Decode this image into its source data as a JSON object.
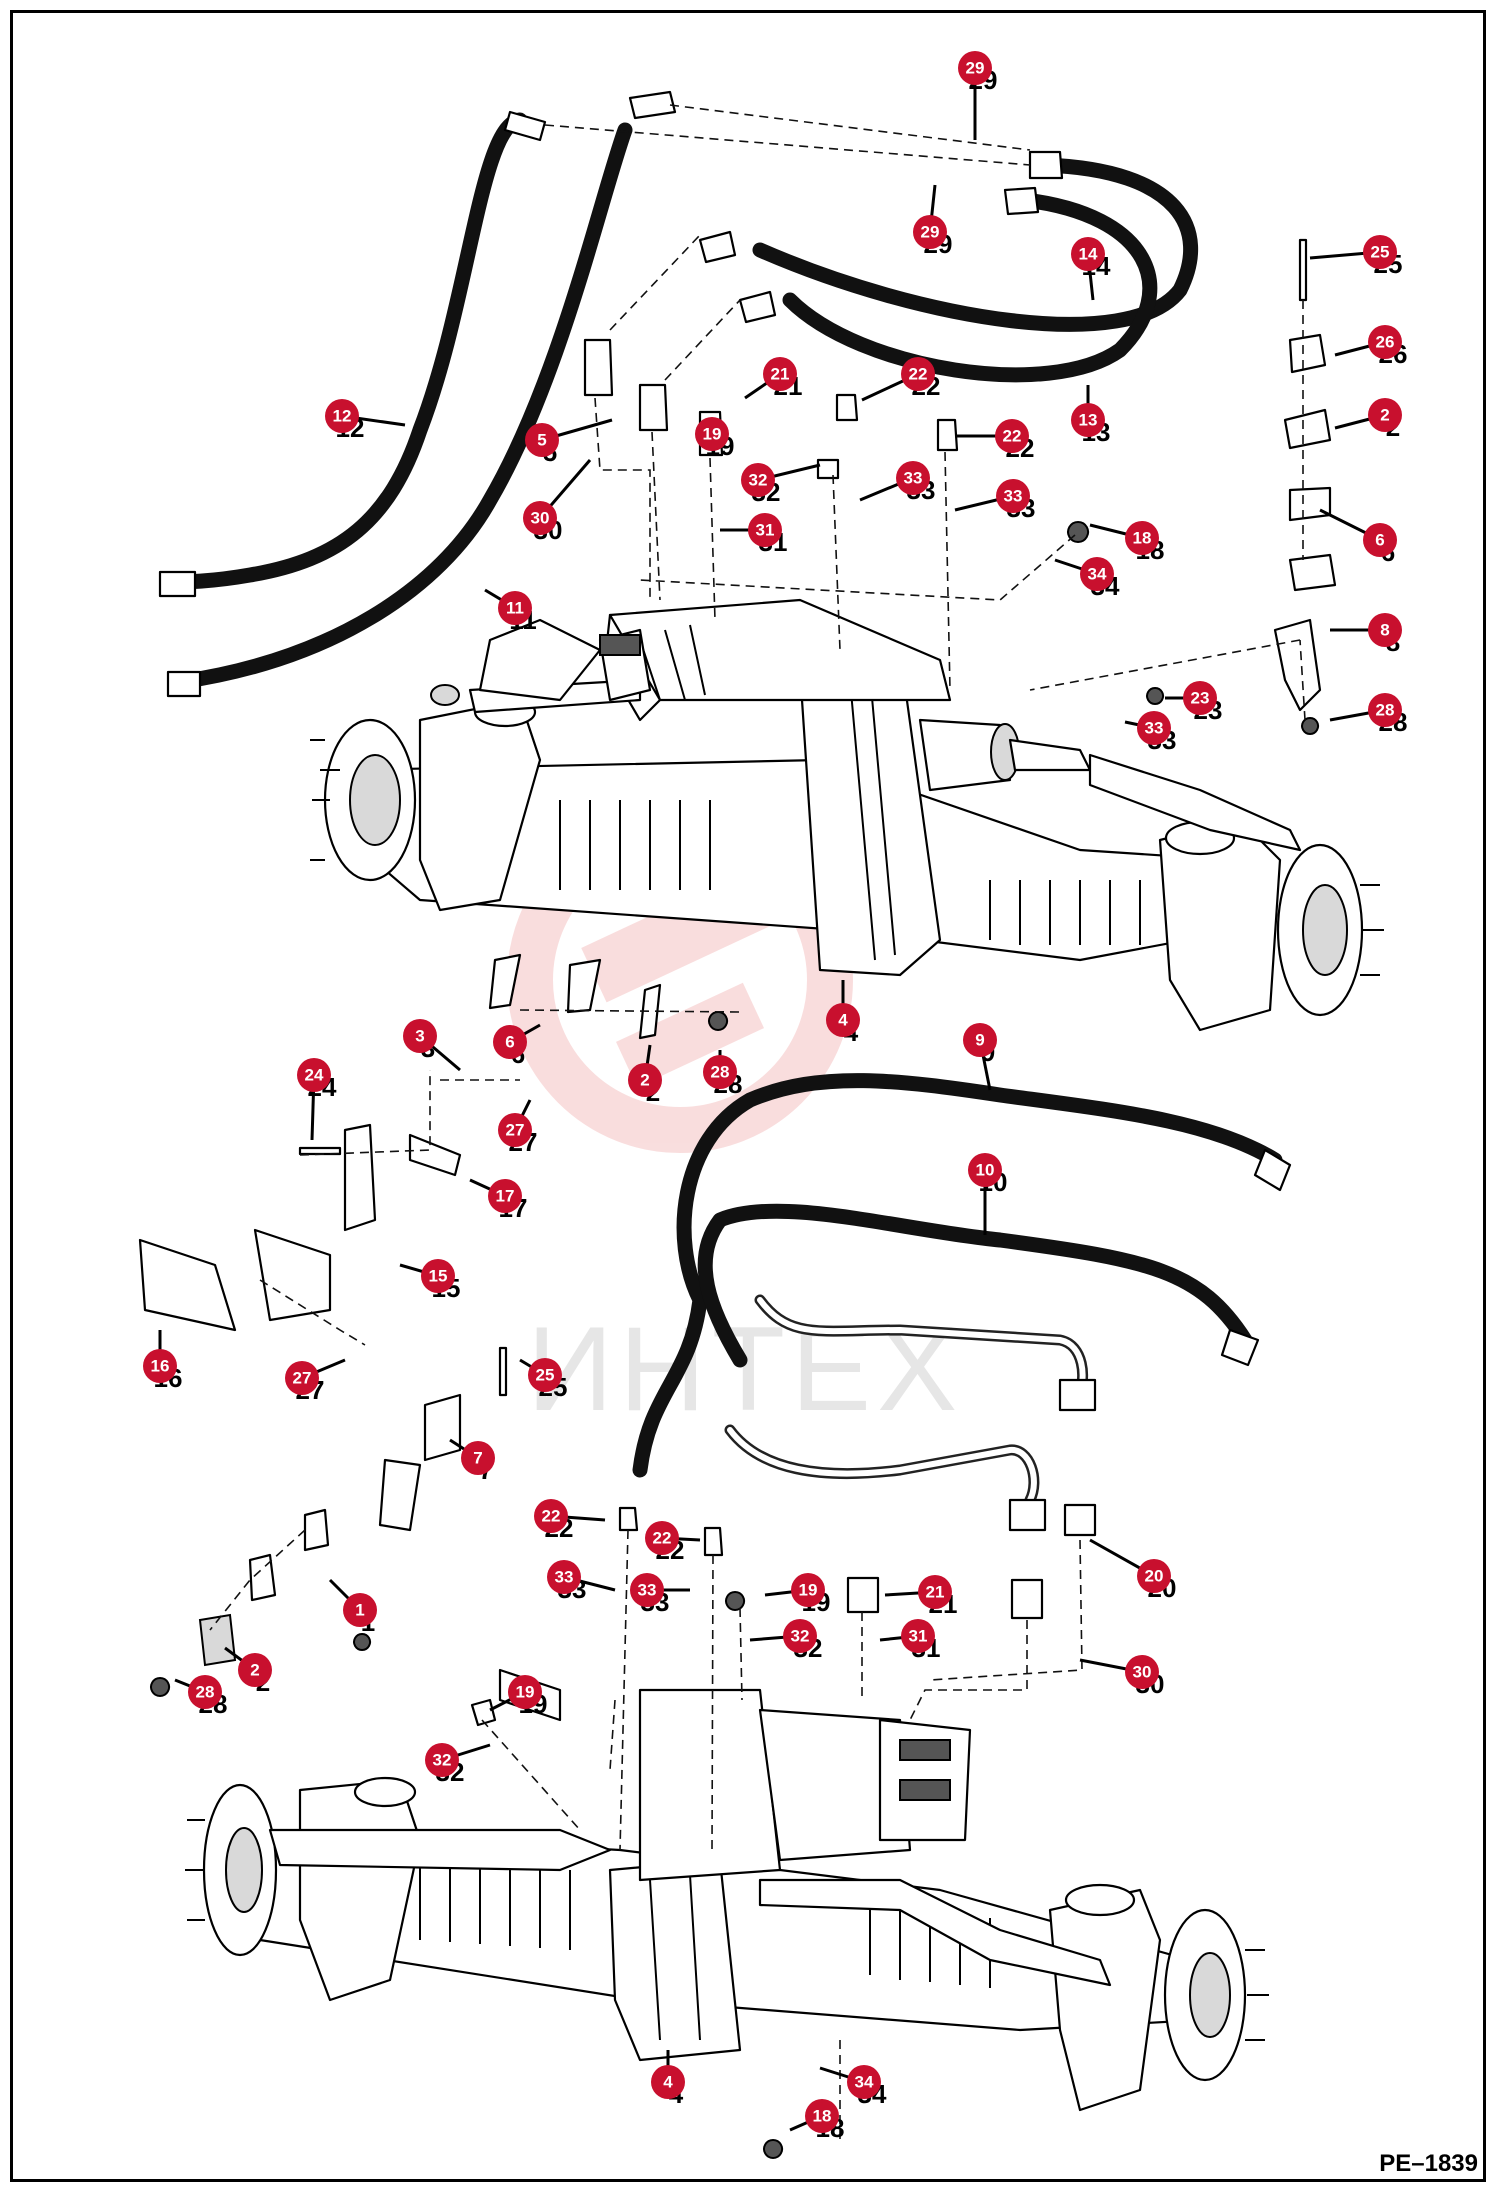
{
  "drawing_number": "PE–1839",
  "watermark": "ИНТЕХ",
  "colors": {
    "callout": "#c8102e",
    "callout_text": "#ffffff",
    "line": "#000000",
    "watermark": "#f2b5b5"
  },
  "callouts": [
    {
      "id": "c29a",
      "label": "29"
    },
    {
      "id": "c29b",
      "label": "29"
    },
    {
      "id": "c14",
      "label": "14"
    },
    {
      "id": "c25a",
      "label": "25"
    },
    {
      "id": "c26",
      "label": "26"
    },
    {
      "id": "c2a",
      "label": "2"
    },
    {
      "id": "c12",
      "label": "12"
    },
    {
      "id": "c13",
      "label": "13"
    },
    {
      "id": "c21a",
      "label": "21"
    },
    {
      "id": "c22a",
      "label": "22"
    },
    {
      "id": "c22b",
      "label": "22"
    },
    {
      "id": "c5",
      "label": "5"
    },
    {
      "id": "c19a",
      "label": "19"
    },
    {
      "id": "c32a",
      "label": "32"
    },
    {
      "id": "c33a",
      "label": "33"
    },
    {
      "id": "c33b",
      "label": "33"
    },
    {
      "id": "c30a",
      "label": "30"
    },
    {
      "id": "c31a",
      "label": "31"
    },
    {
      "id": "c18a",
      "label": "18"
    },
    {
      "id": "c6a",
      "label": "6"
    },
    {
      "id": "c34a",
      "label": "34"
    },
    {
      "id": "c11",
      "label": "11"
    },
    {
      "id": "c8",
      "label": "8"
    },
    {
      "id": "c23",
      "label": "23"
    },
    {
      "id": "c33c",
      "label": "33"
    },
    {
      "id": "c28a",
      "label": "28"
    },
    {
      "id": "c4a",
      "label": "4"
    },
    {
      "id": "c3",
      "label": "3"
    },
    {
      "id": "c6b",
      "label": "6"
    },
    {
      "id": "c2b",
      "label": "2"
    },
    {
      "id": "c28b",
      "label": "28"
    },
    {
      "id": "c9",
      "label": "9"
    },
    {
      "id": "c24",
      "label": "24"
    },
    {
      "id": "c27a",
      "label": "27"
    },
    {
      "id": "c10",
      "label": "10"
    },
    {
      "id": "c17",
      "label": "17"
    },
    {
      "id": "c15",
      "label": "15"
    },
    {
      "id": "c16",
      "label": "16"
    },
    {
      "id": "c27b",
      "label": "27"
    },
    {
      "id": "c25b",
      "label": "25"
    },
    {
      "id": "c7",
      "label": "7"
    },
    {
      "id": "c22c",
      "label": "22"
    },
    {
      "id": "c22d",
      "label": "22"
    },
    {
      "id": "c20",
      "label": "20"
    },
    {
      "id": "c33d",
      "label": "33"
    },
    {
      "id": "c33e",
      "label": "33"
    },
    {
      "id": "c19b",
      "label": "19"
    },
    {
      "id": "c21b",
      "label": "21"
    },
    {
      "id": "c1",
      "label": "1"
    },
    {
      "id": "c32b",
      "label": "32"
    },
    {
      "id": "c31b",
      "label": "31"
    },
    {
      "id": "c30b",
      "label": "30"
    },
    {
      "id": "c2c",
      "label": "2"
    },
    {
      "id": "c28c",
      "label": "28"
    },
    {
      "id": "c19c",
      "label": "19"
    },
    {
      "id": "c32c",
      "label": "32"
    },
    {
      "id": "c4b",
      "label": "4"
    },
    {
      "id": "c34b",
      "label": "34"
    },
    {
      "id": "c18b",
      "label": "18"
    }
  ]
}
